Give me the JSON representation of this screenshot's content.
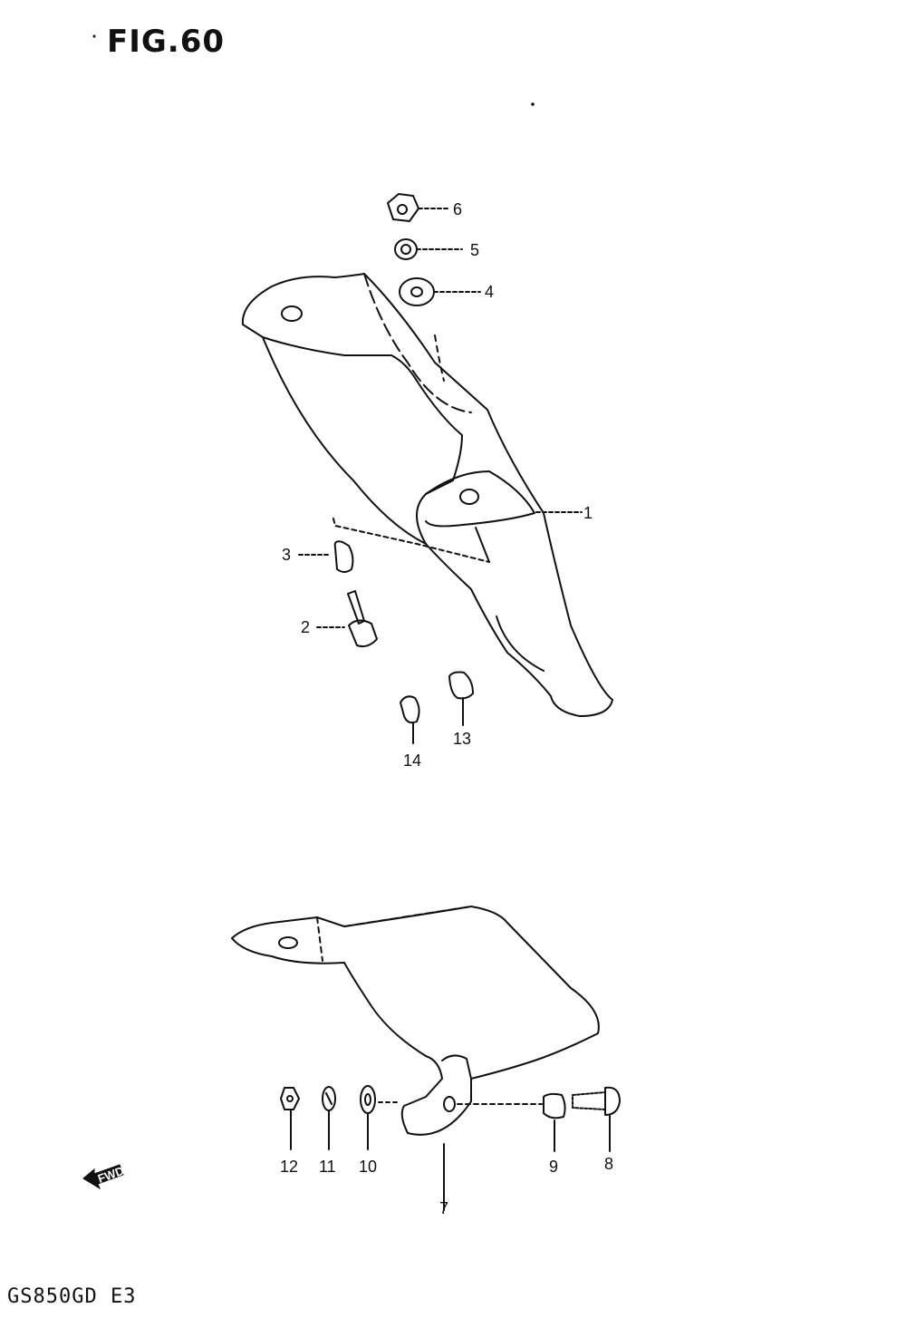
{
  "figure": {
    "title": "FIG.60",
    "model_code": "GS850GD E3"
  },
  "callouts": {
    "c1": "1",
    "c2": "2",
    "c3": "3",
    "c4": "4",
    "c5": "5",
    "c6": "6",
    "c7": "7",
    "c8": "8",
    "c9": "9",
    "c10": "10",
    "c11": "11",
    "c12": "12",
    "c13": "13",
    "c14": "14"
  },
  "direction_marker": {
    "label": "FWD"
  }
}
